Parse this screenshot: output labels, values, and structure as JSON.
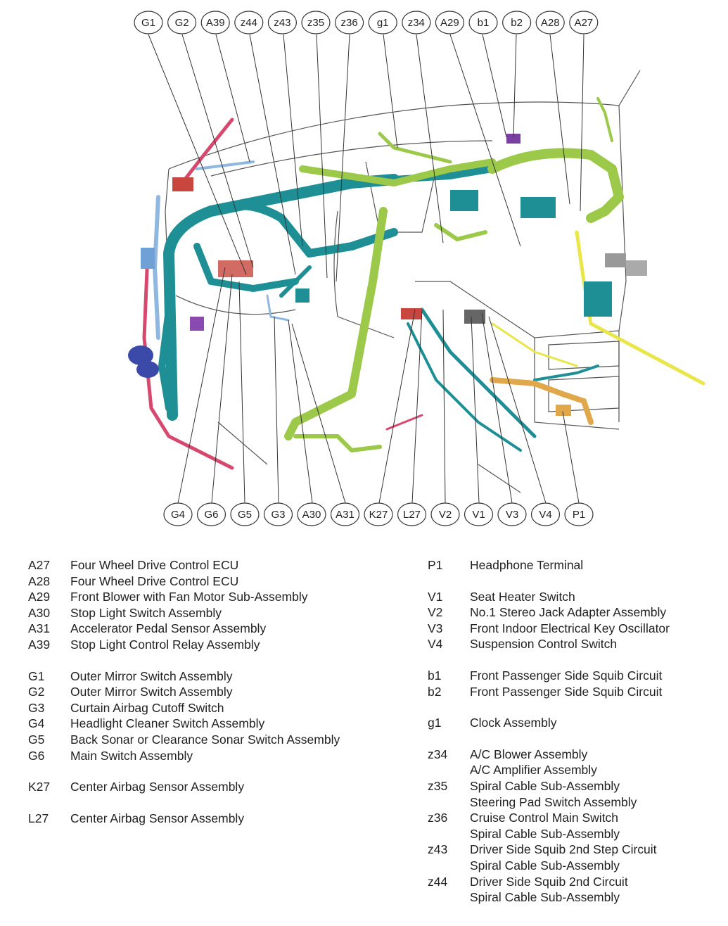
{
  "callouts_top": [
    "G1",
    "G2",
    "A39",
    "z44",
    "z43",
    "z35",
    "z36",
    "g1",
    "z34",
    "A29",
    "b1",
    "b2",
    "A28",
    "A27"
  ],
  "callouts_bottom": [
    "G4",
    "G6",
    "G5",
    "G3",
    "A30",
    "A31",
    "K27",
    "L27",
    "V2",
    "V1",
    "V3",
    "V4",
    "P1"
  ],
  "colors": {
    "teal_harness": "#1e8f94",
    "green_harness": "#9cc94a",
    "pink_harness": "#d6486e",
    "blue_harness": "#8fb7e0",
    "yellow_harness": "#e8e64a",
    "orange_harness": "#e0a84a",
    "navy_connector": "#3b4aa8",
    "red_connector": "#c8463e",
    "outline": "#444444"
  },
  "legend_left": [
    {
      "code": "A27",
      "desc": "Four Wheel Drive Control ECU"
    },
    {
      "code": "A28",
      "desc": "Four Wheel Drive Control ECU"
    },
    {
      "code": "A29",
      "desc": "Front Blower with Fan Motor Sub-Assembly"
    },
    {
      "code": "A30",
      "desc": "Stop Light Switch Assembly"
    },
    {
      "code": "A31",
      "desc": "Accelerator Pedal Sensor Assembly"
    },
    {
      "code": "A39",
      "desc": "Stop Light Control Relay Assembly"
    },
    {
      "gap": true
    },
    {
      "code": "G1",
      "desc": "Outer Mirror Switch Assembly"
    },
    {
      "code": "G2",
      "desc": "Outer Mirror Switch Assembly"
    },
    {
      "code": "G3",
      "desc": "Curtain Airbag Cutoff Switch"
    },
    {
      "code": "G4",
      "desc": "Headlight Cleaner Switch Assembly"
    },
    {
      "code": "G5",
      "desc": "Back Sonar or Clearance Sonar Switch Assembly"
    },
    {
      "code": "G6",
      "desc": "Main Switch Assembly"
    },
    {
      "gap": true
    },
    {
      "code": "K27",
      "desc": "Center Airbag Sensor Assembly"
    },
    {
      "gap": true
    },
    {
      "code": "L27",
      "desc": "Center Airbag Sensor Assembly"
    }
  ],
  "legend_right": [
    {
      "code": "P1",
      "desc": "Headphone Terminal"
    },
    {
      "gap": true
    },
    {
      "code": "V1",
      "desc": "Seat Heater Switch"
    },
    {
      "code": "V2",
      "desc": "No.1 Stereo Jack Adapter Assembly"
    },
    {
      "code": "V3",
      "desc": "Front Indoor Electrical Key Oscillator"
    },
    {
      "code": "V4",
      "desc": "Suspension Control Switch"
    },
    {
      "gap": true
    },
    {
      "code": "b1",
      "desc": "Front Passenger Side Squib Circuit"
    },
    {
      "code": "b2",
      "desc": "Front Passenger Side Squib Circuit"
    },
    {
      "gap": true
    },
    {
      "code": "g1",
      "desc": "Clock Assembly"
    },
    {
      "gap": true
    },
    {
      "code": "z34",
      "desc": "A/C Blower Assembly"
    },
    {
      "code": "",
      "desc": "A/C Amplifier Assembly"
    },
    {
      "code": "z35",
      "desc": "Spiral Cable Sub-Assembly"
    },
    {
      "code": "",
      "desc": "Steering Pad Switch Assembly"
    },
    {
      "code": "z36",
      "desc": "Cruise Control Main Switch"
    },
    {
      "code": "",
      "desc": "Spiral Cable Sub-Assembly"
    },
    {
      "code": "z43",
      "desc": "Driver Side Squib 2nd Step Circuit"
    },
    {
      "code": "",
      "desc": "Spiral Cable Sub-Assembly"
    },
    {
      "code": "z44",
      "desc": "Driver Side Squib 2nd Circuit"
    },
    {
      "code": "",
      "desc": "Spiral Cable Sub-Assembly"
    }
  ]
}
